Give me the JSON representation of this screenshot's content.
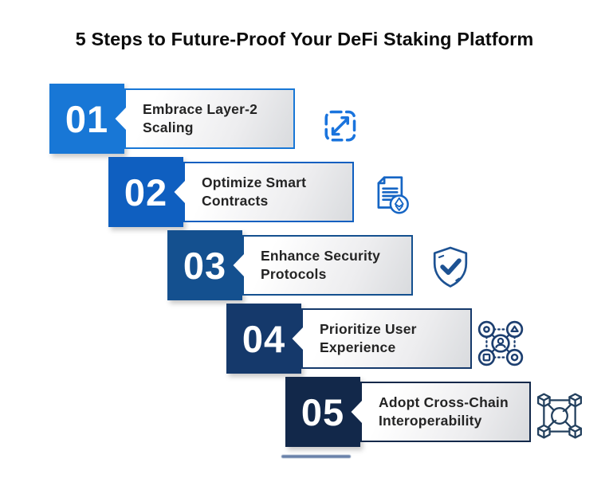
{
  "title": "5 Steps to Future-Proof Your DeFi Staking Platform",
  "background_color": "#ffffff",
  "steps": [
    {
      "number": "01",
      "label_line1": "Embrace Layer-2",
      "label_line2": "Scaling",
      "color": "#1877d6",
      "icon_color": "#1a74dd",
      "icon": "expand-scale-icon"
    },
    {
      "number": "02",
      "label_line1": "Optimize Smart",
      "label_line2": "Contracts",
      "color": "#0f5fc0",
      "icon_color": "#1565c4",
      "icon": "smart-contract-document-icon"
    },
    {
      "number": "03",
      "label_line1": "Enhance Security",
      "label_line2": "Protocols",
      "color": "#14508f",
      "icon_color": "#1d5293",
      "icon": "shield-check-icon"
    },
    {
      "number": "04",
      "label_line1": "Prioritize User",
      "label_line2": "Experience",
      "color": "#15396b",
      "icon_color": "#1d3f70",
      "icon": "user-experience-network-icon"
    },
    {
      "number": "05",
      "label_line1": "Adopt Cross-Chain",
      "label_line2": "Interoperability",
      "color": "#12284a",
      "icon_color": "#23405e",
      "icon": "cross-chain-cubes-icon"
    }
  ]
}
